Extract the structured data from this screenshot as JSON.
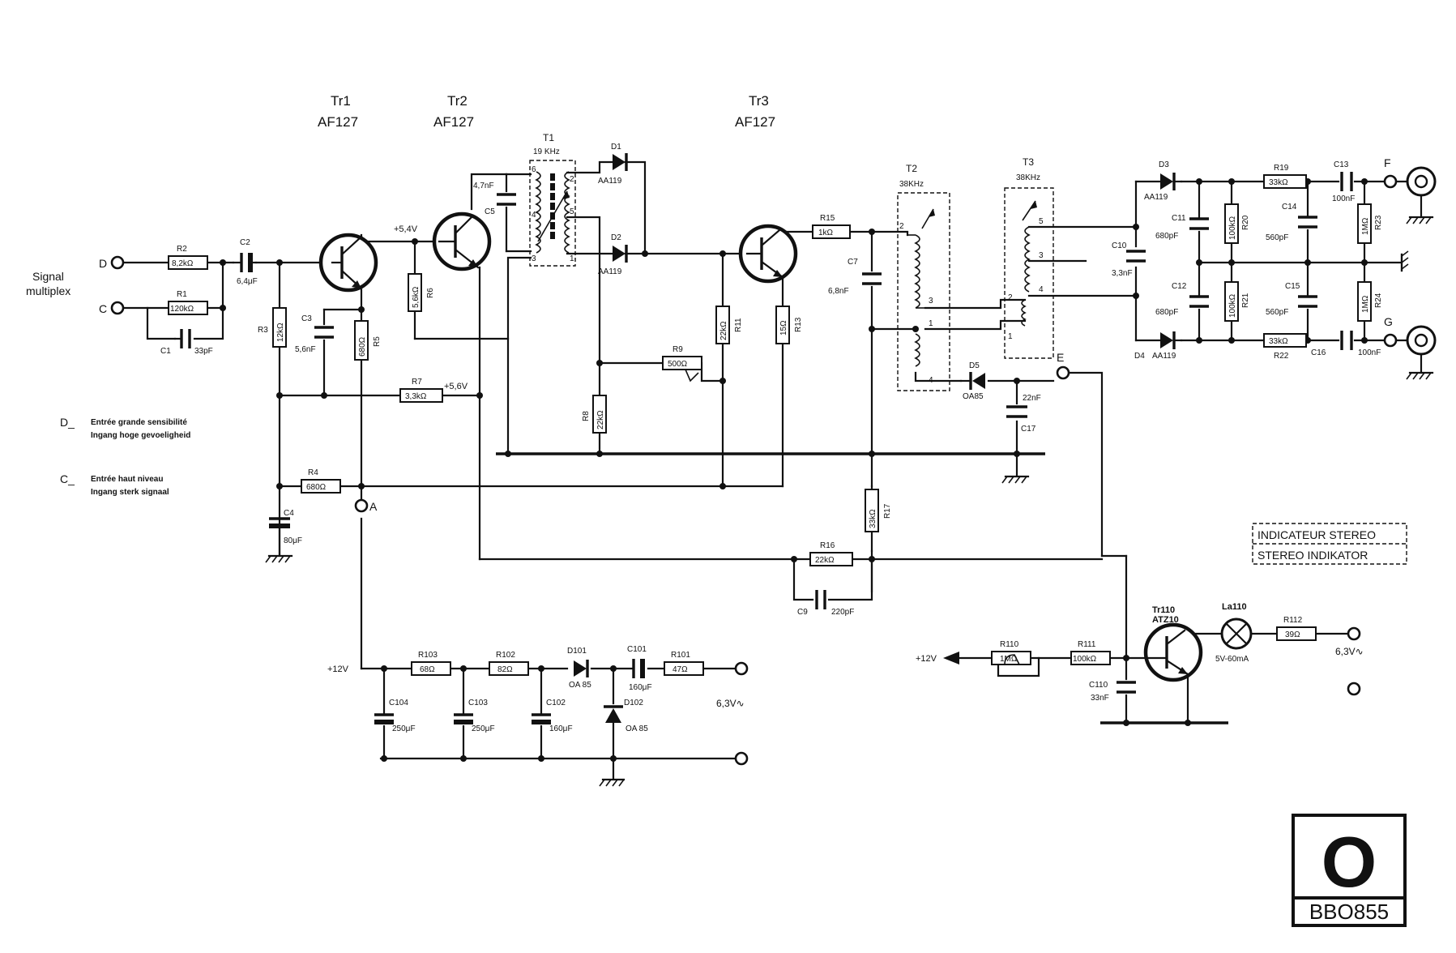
{
  "transistors": {
    "tr1": {
      "name": "Tr1",
      "type": "AF127"
    },
    "tr2": {
      "name": "Tr2",
      "type": "AF127"
    },
    "tr3": {
      "name": "Tr3",
      "type": "AF127"
    },
    "tr110": {
      "name": "Tr110",
      "type": "ATZ10"
    }
  },
  "inputs": {
    "signal_line1": "Signal",
    "signal_line2": "multiplex",
    "d": "D",
    "c": "C",
    "legend_d_key": "D_",
    "legend_d_fr": "Entrée grande sensibilité",
    "legend_d_nl": "Ingang hoge gevoeligheid",
    "legend_c_key": "C_",
    "legend_c_fr": "Entrée haut niveau",
    "legend_c_nl": "Ingang sterk signaal"
  },
  "resistors": {
    "r1": {
      "name": "R1",
      "value": "120kΩ"
    },
    "r2": {
      "name": "R2",
      "value": "8,2kΩ"
    },
    "r3": {
      "name": "R3",
      "value": "12kΩ"
    },
    "r4": {
      "name": "R4",
      "value": "680Ω"
    },
    "r5": {
      "name": "R5",
      "value": "680Ω"
    },
    "r6": {
      "name": "R6",
      "value": "5,6kΩ"
    },
    "r7": {
      "name": "R7",
      "value": "3,3kΩ"
    },
    "r8": {
      "name": "R8",
      "value": "22kΩ"
    },
    "r9": {
      "name": "R9",
      "value": "500Ω"
    },
    "r11": {
      "name": "R11",
      "value": "22kΩ"
    },
    "r13": {
      "name": "R13",
      "value": "15Ω"
    },
    "r15": {
      "name": "R15",
      "value": "1kΩ"
    },
    "r16": {
      "name": "R16",
      "value": "22kΩ"
    },
    "r17": {
      "name": "R17",
      "value": "33kΩ"
    },
    "r19": {
      "name": "R19",
      "value": "33kΩ"
    },
    "r20": {
      "name": "R20",
      "value": "100kΩ"
    },
    "r21": {
      "name": "R21",
      "value": "100kΩ"
    },
    "r22": {
      "name": "R22",
      "value": "33kΩ"
    },
    "r23": {
      "name": "R23",
      "value": "1MΩ"
    },
    "r24": {
      "name": "R24",
      "value": "1MΩ"
    },
    "r101": {
      "name": "R101",
      "value": "47Ω"
    },
    "r102": {
      "name": "R102",
      "value": "82Ω"
    },
    "r103": {
      "name": "R103",
      "value": "68Ω"
    },
    "r110": {
      "name": "R110",
      "value": "1MΩ"
    },
    "r111": {
      "name": "R111",
      "value": "100kΩ"
    },
    "r112": {
      "name": "R112",
      "value": "39Ω"
    }
  },
  "capacitors": {
    "c1": {
      "name": "C1",
      "value": "33pF"
    },
    "c2": {
      "name": "C2",
      "value": "6,4μF"
    },
    "c3": {
      "name": "C3",
      "value": "5,6nF"
    },
    "c4": {
      "name": "C4",
      "value": "80μF"
    },
    "c5": {
      "name": "C5",
      "value": "4,7nF"
    },
    "c7": {
      "name": "C7",
      "value": "6,8nF"
    },
    "c9": {
      "name": "C9",
      "value": "220pF"
    },
    "c10": {
      "name": "C10",
      "value": "3,3nF"
    },
    "c11": {
      "name": "C11",
      "value": "680pF"
    },
    "c12": {
      "name": "C12",
      "value": "680pF"
    },
    "c13": {
      "name": "C13",
      "value": "100nF"
    },
    "c14": {
      "name": "C14",
      "value": "560pF"
    },
    "c15": {
      "name": "C15",
      "value": "560pF"
    },
    "c16": {
      "name": "C16",
      "value": "100nF"
    },
    "c17": {
      "name": "C17",
      "value": "22nF"
    },
    "c101": {
      "name": "C101",
      "value": "160μF"
    },
    "c102": {
      "name": "C102",
      "value": "160μF"
    },
    "c103": {
      "name": "C103",
      "value": "250μF"
    },
    "c104": {
      "name": "C104",
      "value": "250μF"
    },
    "c110": {
      "name": "C110",
      "value": "33nF"
    }
  },
  "diodes": {
    "d1": {
      "name": "D1",
      "type": "AA119"
    },
    "d2": {
      "name": "D2",
      "type": "AA119"
    },
    "d3": {
      "name": "D3",
      "type": "AA119"
    },
    "d4": {
      "name": "D4",
      "type": "AA119"
    },
    "d5": {
      "name": "D5",
      "type": "OA85"
    },
    "d101": {
      "name": "D101",
      "type": "OA 85"
    },
    "d102": {
      "name": "D102",
      "type": "OA 85"
    }
  },
  "transformers": {
    "t1": {
      "name": "T1",
      "freq": "19 KHz",
      "pins": [
        "6",
        "4",
        "3",
        "2",
        "5",
        "1"
      ]
    },
    "t2": {
      "name": "T2",
      "freq": "38KHz",
      "pins": [
        "2",
        "3",
        "1",
        "4"
      ]
    },
    "t3": {
      "name": "T3",
      "freq": "38KHz",
      "pins": [
        "5",
        "3",
        "4",
        "2",
        "1"
      ]
    }
  },
  "voltages": {
    "tr2_base": "+5,4V",
    "r7_node": "+5,6V",
    "supply_12v": "+12V",
    "supply_12v_out": "+12V",
    "ac_in": "6,3V∿",
    "ac_in_indicator": "6,3V∿"
  },
  "terminals": {
    "a": "A",
    "e": "E",
    "f": "F",
    "g": "G"
  },
  "lamp": {
    "name": "La110",
    "rating": "5V-60mA"
  },
  "indicator_title_fr": "INDICATEUR STEREO",
  "indicator_title_nl": "STEREO INDIKATOR",
  "badge": {
    "letter": "O",
    "code": "BBO855"
  }
}
